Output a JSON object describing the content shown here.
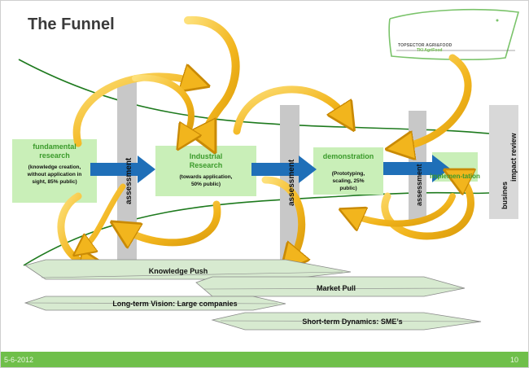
{
  "title": "The Funnel",
  "logo": {
    "line1": "TOPSECTOR AGRI&FOOD",
    "line2": "TKI AgriFood"
  },
  "stages": [
    {
      "title": "fundamental research",
      "detail": "(knowledge creation, without application in sight, 85% public)"
    },
    {
      "title": "Industrial Research",
      "detail": "(towards application, 50% public)"
    },
    {
      "title": "demonstration",
      "detail": "(Prototyping, scaling, 25% public)"
    },
    {
      "title": "implemen-tation",
      "detail": ""
    }
  ],
  "assessment_label": "assessment",
  "review_label": "busines impact review",
  "bands": {
    "knowledge_push": "Knowledge Push",
    "market_pull": "Market Pull",
    "long_term": "Long-term Vision: Large companies",
    "short_term": "Short-term Dynamics: SME’s"
  },
  "footer": {
    "date": "5-6-2012",
    "page": "10"
  },
  "colors": {
    "accent_green": "#6fbf4a",
    "title_green": "#3a9a2a",
    "stage_box": "#c9efb8",
    "arrow_blue": "#1f6fb8",
    "swirl_gold": "#f2b51d",
    "band_fill": "#d7ead0",
    "column_gray": "#c8c8c8"
  }
}
